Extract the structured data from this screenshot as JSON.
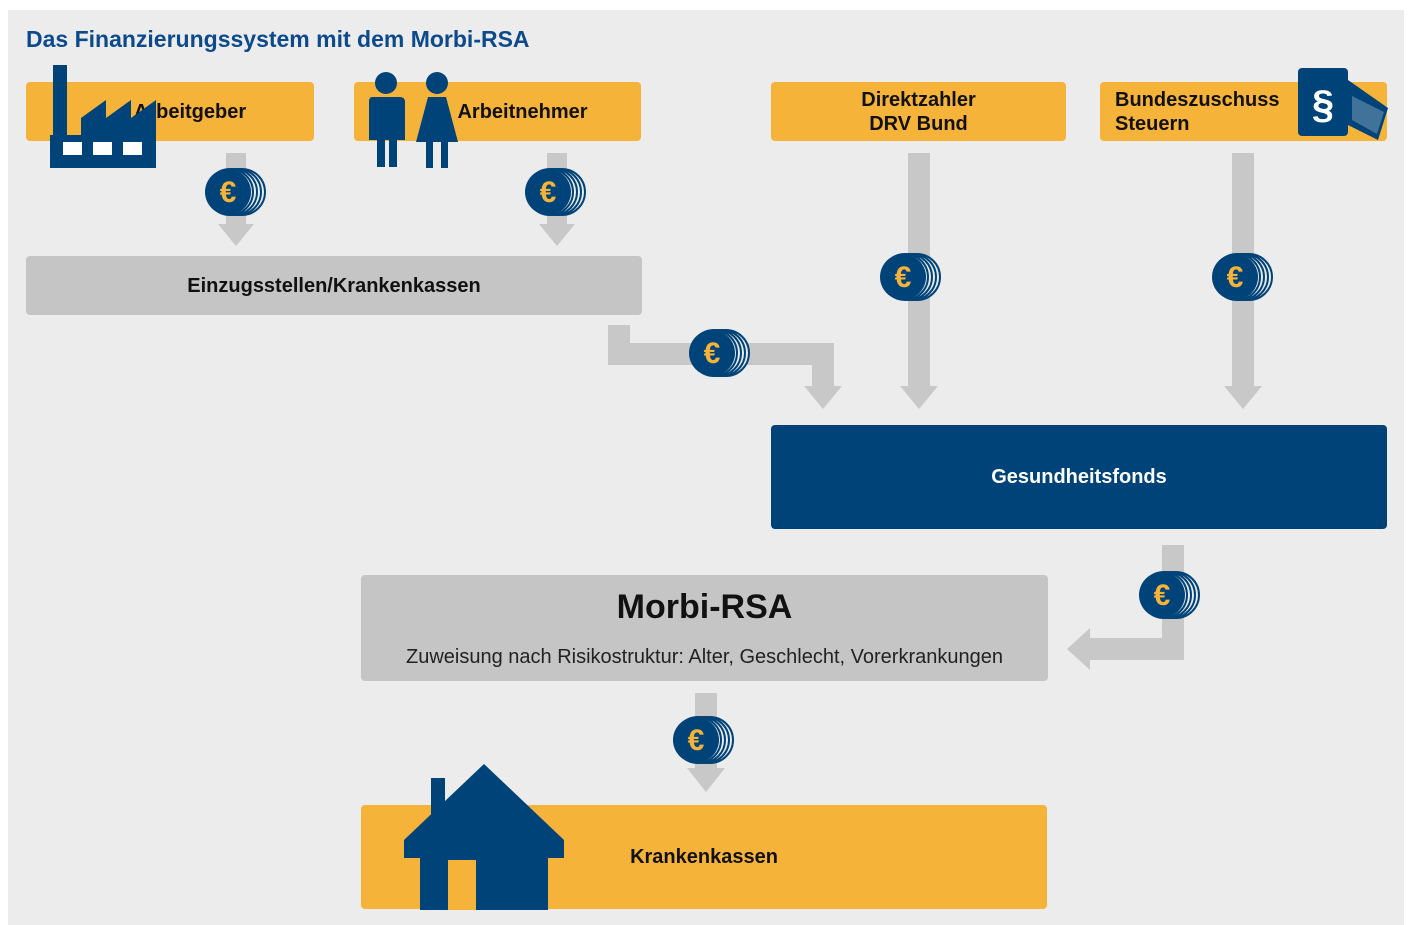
{
  "title": "Das Finanzierungssystem mit dem Morbi-RSA",
  "nodes": {
    "arbeitgeber": "Arbeitgeber",
    "arbeitnehmer": "Arbeitnehmer",
    "direktzahler": [
      "Direktzahler",
      "DRV Bund"
    ],
    "bundeszuschuss": [
      "Bundeszuschuss",
      "Steuern"
    ],
    "einzugsstellen": "Einzugsstellen/Krankenkassen",
    "gesundheitsfonds": "Gesundheitsfonds",
    "morbi_rsa": {
      "title": "Morbi-RSA",
      "subtitle": "Zuweisung nach Risikostruktur: Alter, Geschlecht, Vorerkrankungen"
    },
    "krankenkassen": "Krankenkassen"
  },
  "icons": {
    "coin_symbol": "€",
    "law_book_symbol": "§"
  },
  "colors": {
    "panel": "#ececec",
    "yellow": "#f6b33a",
    "grey": "#c5c5c5",
    "navy": "#004379",
    "arrow": "#c8c8c8",
    "coin_gold": "#f6b33a"
  }
}
